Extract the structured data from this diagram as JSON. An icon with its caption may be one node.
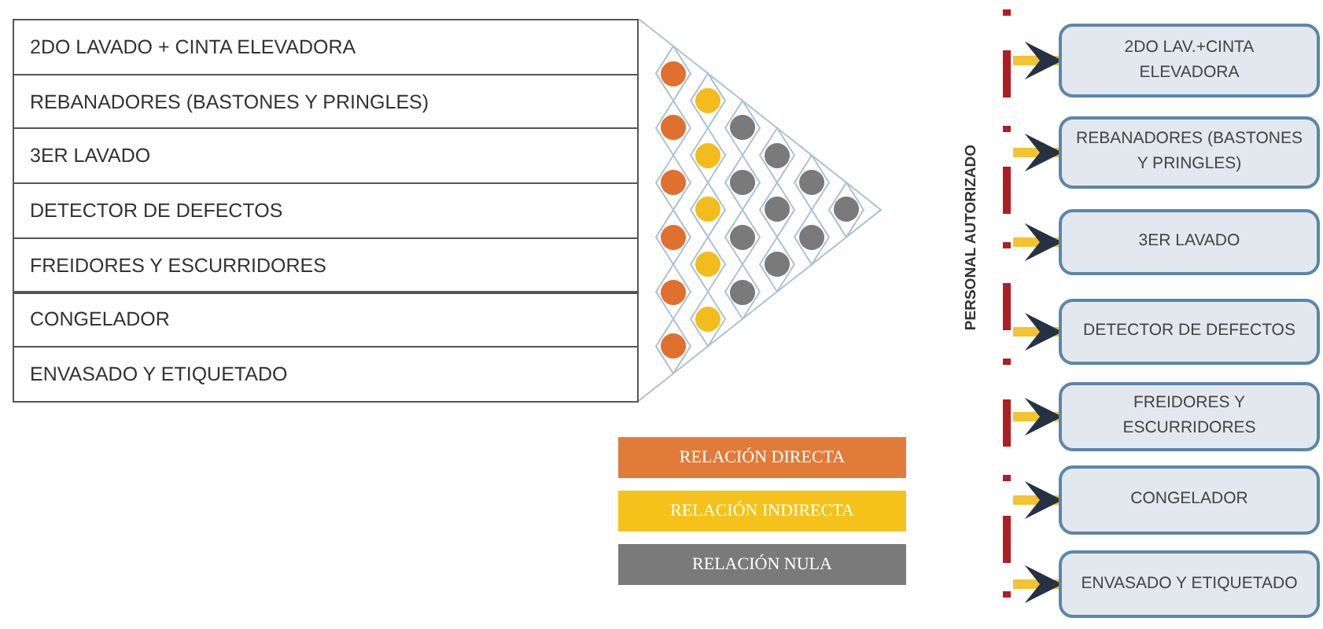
{
  "diagram": {
    "nodes": [
      {
        "text": [
          "2DO LAVADO + CINTA ELEVADORA"
        ]
      },
      {
        "text": [
          "REBANADORES (BASTONES Y PRINGLES)"
        ]
      },
      {
        "text": [
          "3ER LAVADO"
        ]
      },
      {
        "text": [
          "DETECTOR DE DEFECTOS"
        ]
      },
      {
        "text": [
          "FREIDORES Y ESCURRIDORES"
        ]
      },
      {
        "text": [
          "CONGELADOR"
        ]
      },
      {
        "text": [
          "ENVASADO Y ETIQUETADO"
        ]
      },
      {
        "text": [],
        "shape": "circle"
      },
      {
        "text": [],
        "shape": "circle"
      },
      {
        "text": [],
        "shape": "circle"
      },
      {
        "text": [],
        "shape": "circle"
      },
      {
        "text": [],
        "shape": "circle"
      },
      {
        "text": [],
        "shape": "circle"
      },
      {
        "text": [],
        "shape": "circle"
      },
      {
        "text": [],
        "shape": "circle"
      },
      {
        "text": [],
        "shape": "circle"
      },
      {
        "text": [],
        "shape": "circle"
      },
      {
        "text": [],
        "shape": "circle"
      },
      {
        "text": [],
        "shape": "circle"
      },
      {
        "text": [],
        "shape": "circle"
      },
      {
        "text": [],
        "shape": "circle"
      },
      {
        "text": [],
        "shape": "circle"
      },
      {
        "text": [],
        "shape": "circle"
      },
      {
        "text": [],
        "shape": "circle"
      },
      {
        "text": [],
        "shape": "circle"
      },
      {
        "text": [],
        "shape": "circle"
      },
      {
        "text": [],
        "shape": "circle"
      },
      {
        "text": [],
        "shape": "circle"
      },
      {
        "text": [
          "2DO LAV.+CINTA ELEVADORA"
        ]
      },
      {
        "text": [
          "REBANADORES (BASTONES Y PRINGLES)"
        ]
      },
      {
        "text": [
          "3ER LAVADO"
        ]
      },
      {
        "text": [
          "DETECTOR DE DEFECTOS"
        ]
      },
      {
        "text": [
          "FREIDORES Y ESCURRIDORES"
        ]
      },
      {
        "text": [
          "CONGELADOR"
        ]
      },
      {
        "text": [
          "ENVASADO Y ETIQUETADO"
        ]
      }
    ],
    "edges": [
      {
        "from": null,
        "to": 28,
        "arrow": "to"
      },
      {
        "from": null,
        "to": 29,
        "arrow": "to"
      },
      {
        "from": null,
        "to": 30,
        "arrow": "to"
      },
      {
        "from": null,
        "to": 31,
        "arrow": "to"
      },
      {
        "from": null,
        "to": 32,
        "arrow": "to"
      },
      {
        "from": null,
        "to": 33,
        "arrow": "to"
      },
      {
        "from": null,
        "to": 34,
        "arrow": "to"
      }
    ],
    "labels": [
      "PERSONAL AUTORIZADO"
    ],
    "legend": [
      {
        "text": "RELACIÓN DIRECTA",
        "color": "#e07b39"
      },
      {
        "text": "RELACIÓN INDIRECTA",
        "color": "#f5c21b"
      },
      {
        "text": "RELACIÓN NULA",
        "color": "#7a7a7a"
      }
    ]
  }
}
